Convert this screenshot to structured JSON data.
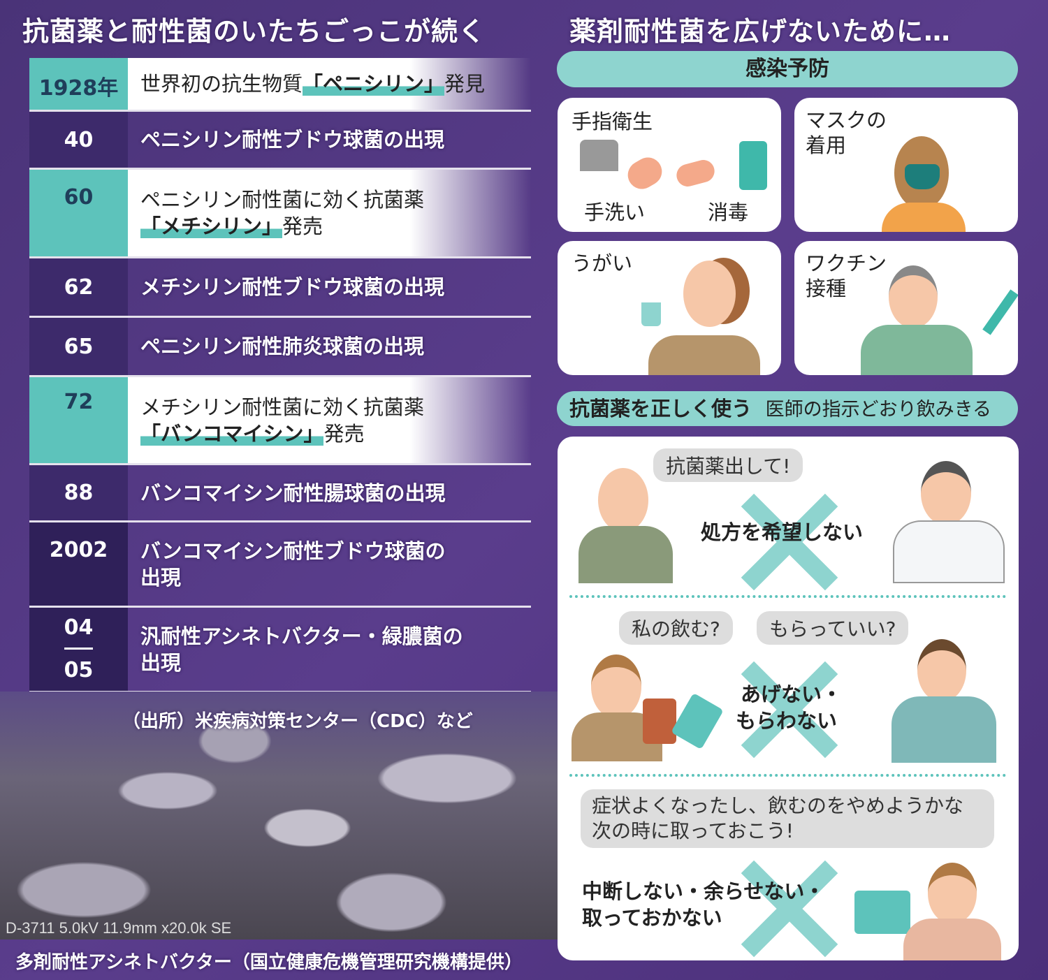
{
  "left": {
    "title": "抗菌薬と耐性菌のいたちごっこが続く",
    "timeline": [
      {
        "year": "1928年",
        "pre": "世界初の抗生物質",
        "mark": "「ペニシリン」",
        "post": "発見"
      },
      {
        "year": "40",
        "text": "ペニシリン耐性ブドウ球菌の出現"
      },
      {
        "year": "60",
        "line1": "ペニシリン耐性菌に効く抗菌薬",
        "mark": "「メチシリン」",
        "post": "発売"
      },
      {
        "year": "62",
        "text": "メチシリン耐性ブドウ球菌の出現"
      },
      {
        "year": "65",
        "text": "ペニシリン耐性肺炎球菌の出現"
      },
      {
        "year": "72",
        "line1": "メチシリン耐性菌に効く抗菌薬",
        "mark": "「バンコマイシン」",
        "post": "発売"
      },
      {
        "year": "88",
        "text": "バンコマイシン耐性腸球菌の出現"
      },
      {
        "year": "2002",
        "line1": "バンコマイシン耐性ブドウ球菌の",
        "line2": "出現"
      },
      {
        "year": "04",
        "year2": "05",
        "line1": "汎耐性アシネトバクター・緑膿菌の",
        "line2": "出現"
      }
    ],
    "source": "（出所）米疾病対策センター（CDC）など",
    "sem_info": "D-3711 5.0kV 11.9mm x20.0k SE",
    "caption": "多剤耐性アシネトバクター（国立健康危機管理研究機構提供）"
  },
  "right": {
    "title": "薬剤耐性菌を広げないために…",
    "prevention": {
      "header": "感染予防",
      "hand_title": "手指衛生",
      "hand_wash": "手洗い",
      "disinfect": "消毒",
      "mask": [
        "マスクの",
        "着用"
      ],
      "gargle": "うがい",
      "vaccine": [
        "ワクチン",
        "接種"
      ]
    },
    "proper_use": {
      "header": "抗菌薬を正しく使う",
      "sub": "医師の指示どおり飲みきる",
      "s1": {
        "bubble": "抗菌薬出して!",
        "text": "処方を希望しない"
      },
      "s2": {
        "bubble1": "私の飲む?",
        "bubble2": "もらっていい?",
        "text": [
          "あげない・",
          "もらわない"
        ]
      },
      "s3": {
        "bubble": [
          "症状よくなったし、飲むのをやめようかな",
          "次の時に取っておこう!"
        ],
        "text": [
          "中断しない・余らせない・",
          "取っておかない"
        ]
      }
    }
  },
  "colors": {
    "accent": "#8ed4cf",
    "teal": "#5dc3bb",
    "purple": "#4a3378"
  }
}
